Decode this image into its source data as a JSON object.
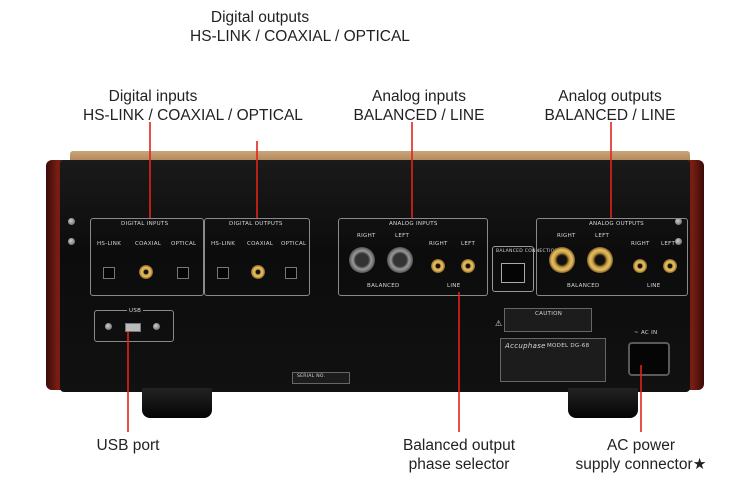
{
  "callouts": {
    "digital_outputs": [
      "Digital outputs",
      "HS-LINK / COAXIAL / OPTICAL"
    ],
    "digital_inputs": [
      "Digital inputs",
      "HS-LINK / COAXIAL / OPTICAL"
    ],
    "analog_inputs": [
      "Analog inputs",
      "BALANCED / LINE"
    ],
    "analog_outputs": [
      "Analog outputs",
      "BALANCED / LINE"
    ],
    "usb_port": [
      "USB port"
    ],
    "balanced_selector": [
      "Balanced output",
      "phase selector"
    ],
    "ac_power": [
      "AC power",
      "supply connector★"
    ]
  },
  "panel": {
    "digital_inputs": "DIGITAL INPUTS",
    "digital_outputs": "DIGITAL OUTPUTS",
    "analog_inputs": "ANALOG INPUTS",
    "analog_outputs": "ANALOG OUTPUTS",
    "hs_link": "HS-LINK",
    "coaxial": "COAXIAL",
    "optical": "OPTICAL",
    "right": "RIGHT",
    "left": "LEFT",
    "balanced": "BALANCED",
    "line": "LINE",
    "usb": "USB",
    "balanced_connection": "BALANCED CONNECTION",
    "caution": "CAUTION",
    "brand": "Accuphase",
    "model": "MODEL DG-68",
    "ac_in": "~ AC IN",
    "serial": "SERIAL NO."
  },
  "colors": {
    "callout_line": "#e2231a",
    "chassis": "#111111",
    "wood": "#b8895a"
  }
}
